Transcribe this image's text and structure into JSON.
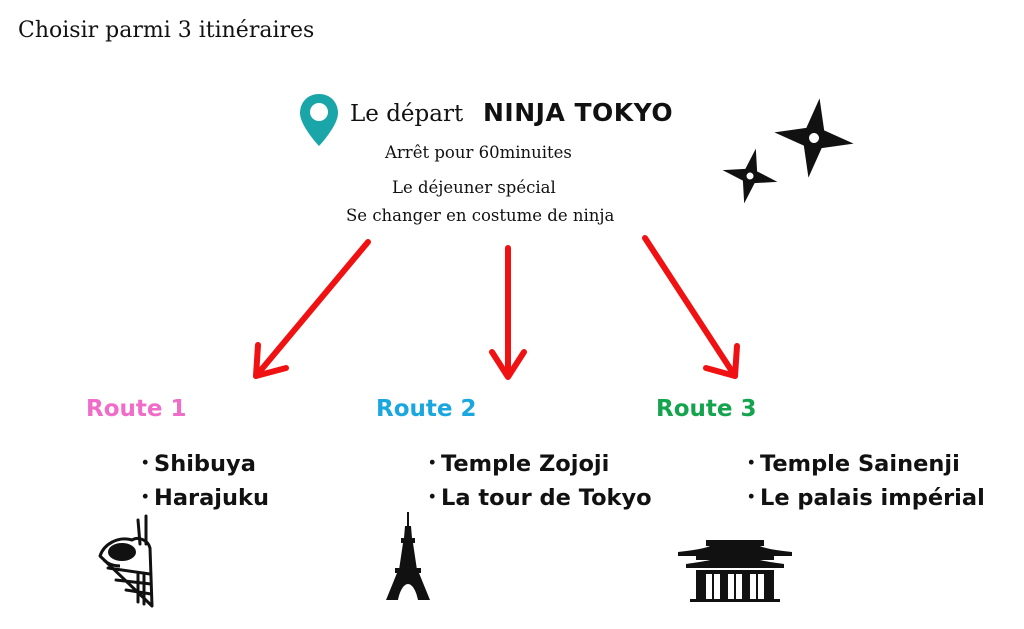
{
  "title": "Choisir parmi 3 itinéraires",
  "departure": {
    "label": "Le départ",
    "brand": "NINJA TOKYO",
    "details": [
      "Arrêt pour 60minuites",
      "Le déjeuner spécial",
      "Se changer en costume de ninja"
    ]
  },
  "routes": [
    {
      "name": "Route 1",
      "color": "#f06cc8",
      "stops": [
        "Shibuya",
        "Harajuku"
      ],
      "icon": "crepe-icon"
    },
    {
      "name": "Route 2",
      "color": "#1aa7e0",
      "stops": [
        "Temple Zojoji",
        "La tour de Tokyo"
      ],
      "icon": "tokyo-tower-icon"
    },
    {
      "name": "Route 3",
      "color": "#14a44d",
      "stops": [
        "Temple Sainenji",
        "Le palais impérial"
      ],
      "icon": "temple-gate-icon"
    }
  ],
  "bullet": "・",
  "colors": {
    "pin": "#1aa5a8",
    "arrow": "#f01212",
    "text": "#111111"
  },
  "icons": [
    "map-pin-icon",
    "shuriken-icon"
  ]
}
